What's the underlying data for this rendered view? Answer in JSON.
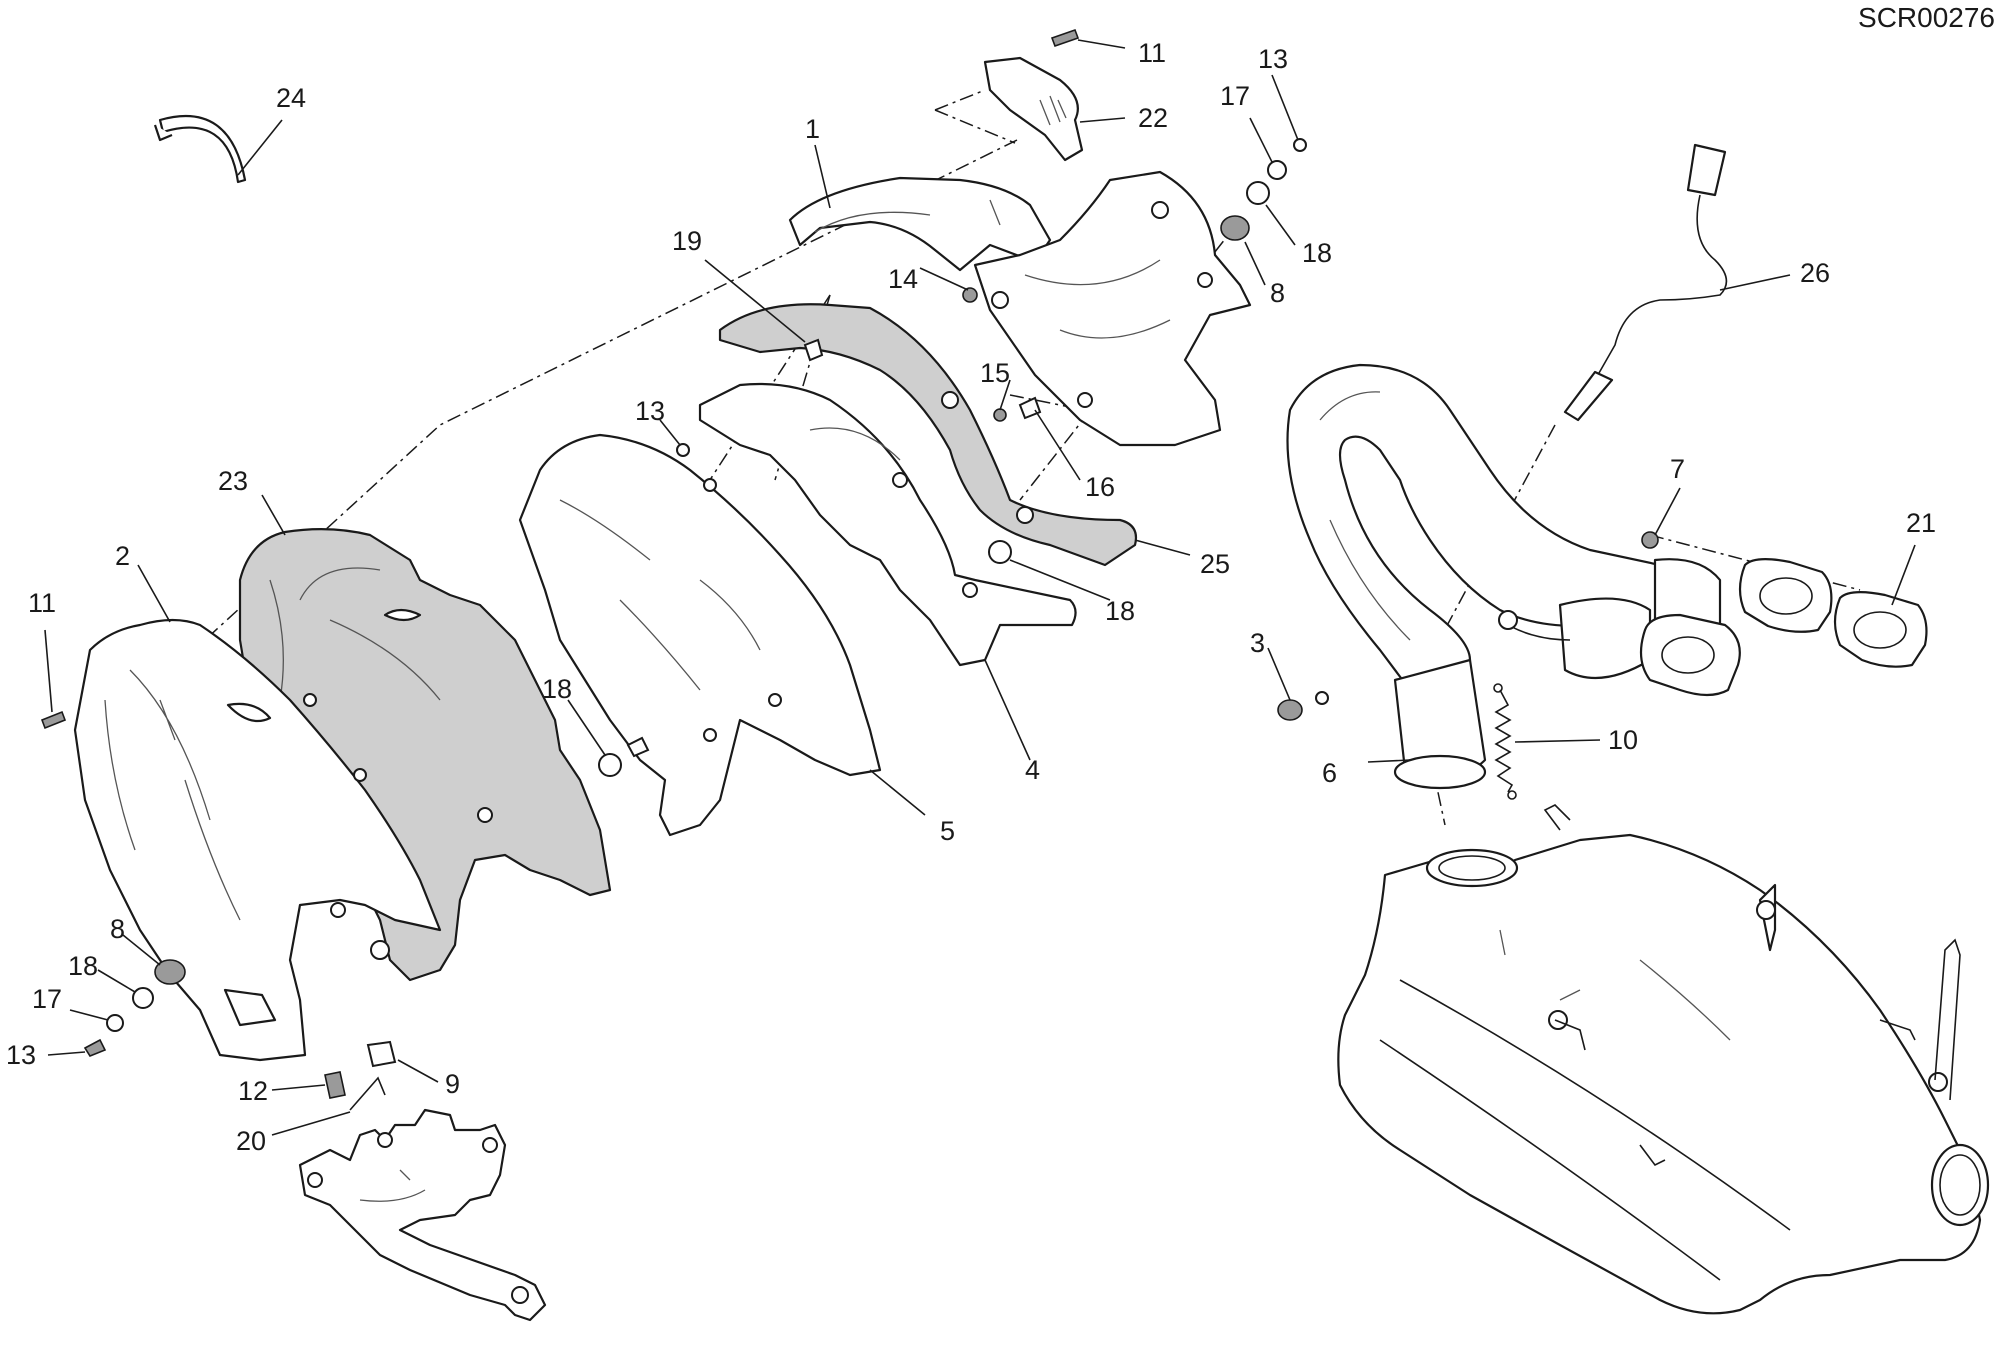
{
  "diagram": {
    "code": "SCR00276",
    "callouts": [
      "1",
      "2",
      "3",
      "4",
      "5",
      "6",
      "7",
      "8",
      "8",
      "9",
      "10",
      "11",
      "11",
      "12",
      "13",
      "13",
      "13",
      "14",
      "15",
      "16",
      "17",
      "17",
      "18",
      "18",
      "18",
      "18",
      "19",
      "20",
      "21",
      "22",
      "23",
      "24",
      "25",
      "26"
    ]
  }
}
